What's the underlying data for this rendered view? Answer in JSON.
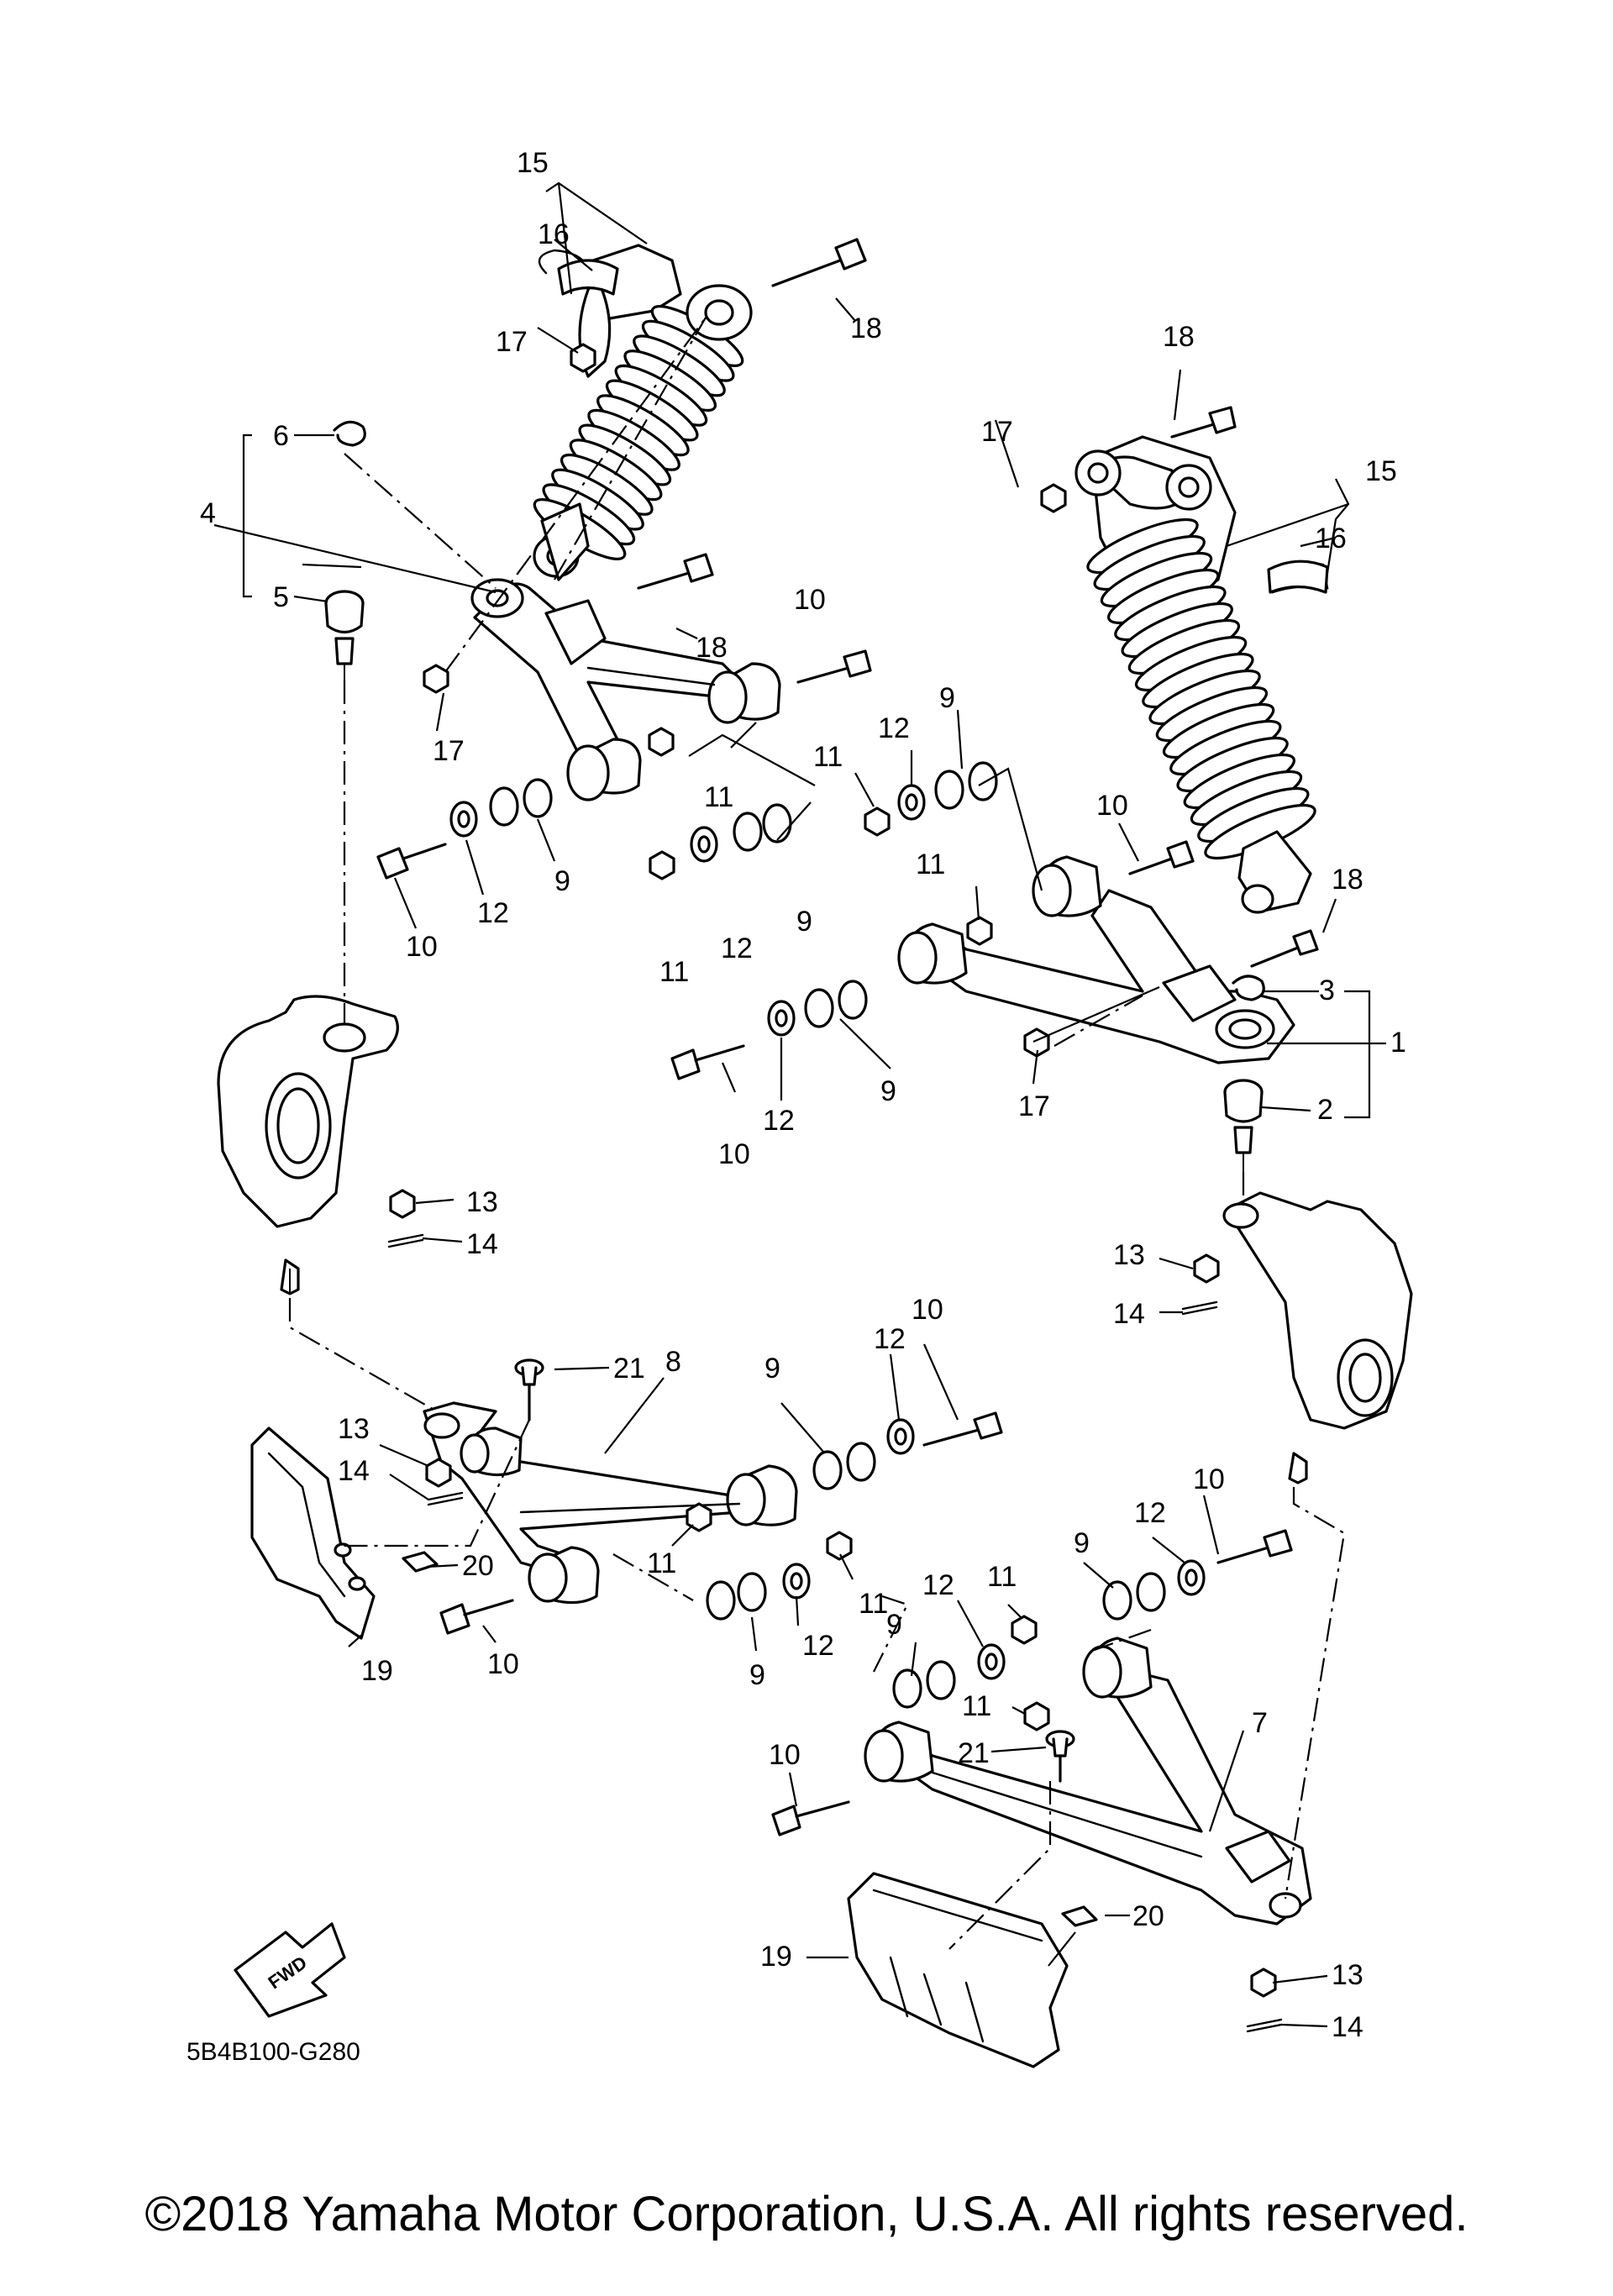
{
  "diagram": {
    "code": "5B4B100-G280",
    "fwd_label": "FWD",
    "copyright": "©2018 Yamaha Motor Corporation, U.S.A. All rights reserved.",
    "callouts": [
      "1",
      "2",
      "3",
      "4",
      "5",
      "6",
      "7",
      "8",
      "9",
      "10",
      "11",
      "12",
      "13",
      "14",
      "15",
      "16",
      "17",
      "18",
      "19",
      "20",
      "21"
    ]
  }
}
